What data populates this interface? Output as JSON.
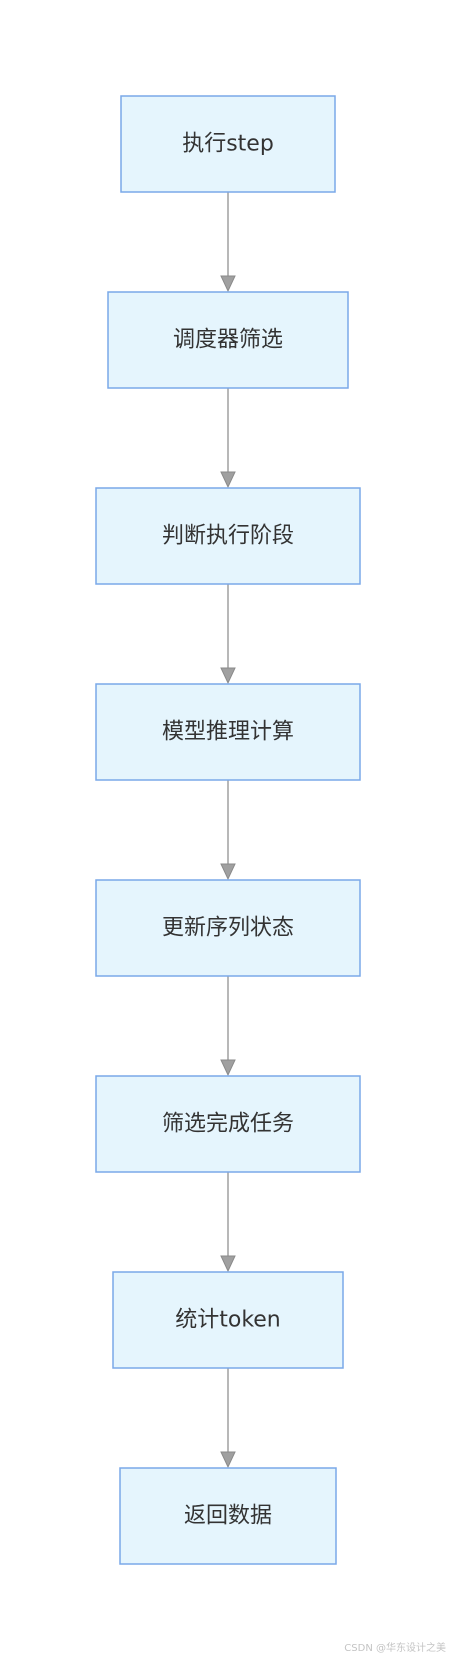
{
  "flowchart": {
    "nodes": [
      {
        "id": "n1",
        "label": "执行step"
      },
      {
        "id": "n2",
        "label": "调度器筛选"
      },
      {
        "id": "n3",
        "label": "判断执行阶段"
      },
      {
        "id": "n4",
        "label": "模型推理计算"
      },
      {
        "id": "n5",
        "label": "更新序列状态"
      },
      {
        "id": "n6",
        "label": "筛选完成任务"
      },
      {
        "id": "n7",
        "label": "统计token"
      },
      {
        "id": "n8",
        "label": "返回数据"
      }
    ],
    "edges": [
      {
        "from": "n1",
        "to": "n2"
      },
      {
        "from": "n2",
        "to": "n3"
      },
      {
        "from": "n3",
        "to": "n4"
      },
      {
        "from": "n4",
        "to": "n5"
      },
      {
        "from": "n5",
        "to": "n6"
      },
      {
        "from": "n6",
        "to": "n7"
      },
      {
        "from": "n7",
        "to": "n8"
      }
    ]
  },
  "colors": {
    "node_fill": "#e5f5fd",
    "node_stroke": "#7aa8e8",
    "edge": "#a0a0a0",
    "text": "#333333"
  },
  "watermark": "CSDN @华东设计之美"
}
